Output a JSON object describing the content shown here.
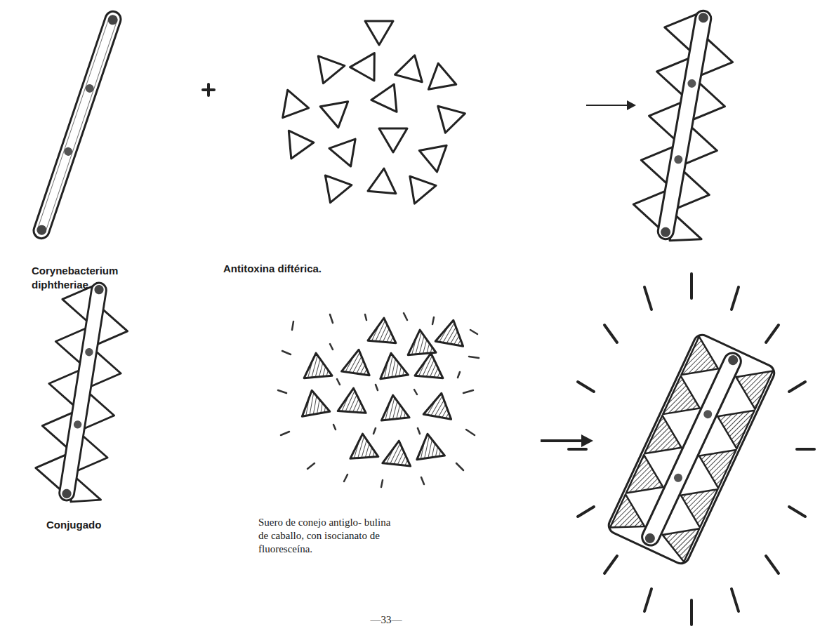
{
  "diagram": {
    "labels": [
      "Corynebacterium diphtheriae.",
      "Antitoxina diftérica.",
      "Conjugado",
      "Suero de conejo antiglo- bulina de caballo, con isocianato de fluoresceína.",
      "—33—"
    ]
  }
}
